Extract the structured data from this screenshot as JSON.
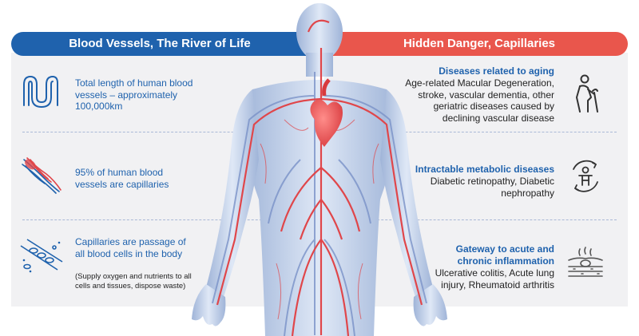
{
  "left": {
    "title": "Blood Vessels, The River of Life",
    "items": [
      {
        "text": "Total length of human blood vessels – approximately 100,000km",
        "icon": "winding-vessel-icon"
      },
      {
        "text": "95% of human blood vessels are capillaries",
        "icon": "capillary-bundle-icon"
      },
      {
        "text": "Capillaries are passage of all blood cells in the body",
        "note": "(Supply oxygen and nutrients to all cells and tissues, dispose waste)",
        "icon": "blood-cells-icon"
      }
    ]
  },
  "right": {
    "title": "Hidden Danger, Capillaries",
    "items": [
      {
        "heading": "Diseases related to aging",
        "text": "Age-related Macular Degeneration, stroke, vascular dementia, other geriatric diseases caused by declining vascular disease",
        "icon": "elderly-person-icon"
      },
      {
        "heading": "Intractable metabolic diseases",
        "text": "Diabetic retinopathy, Diabetic nephropathy",
        "icon": "metabolism-cycle-icon"
      },
      {
        "heading": "Gateway to acute and chronic inflammation",
        "text": "Ulcerative colitis, Acute lung injury, Rheumatoid arthritis",
        "icon": "inflamed-skin-icon"
      }
    ]
  },
  "colors": {
    "left_banner": "#1f62ad",
    "right_banner": "#e9564c",
    "panel": "#f1f1f3",
    "vessel_red": "#e0464a",
    "vessel_blue": "#7a92c8"
  }
}
